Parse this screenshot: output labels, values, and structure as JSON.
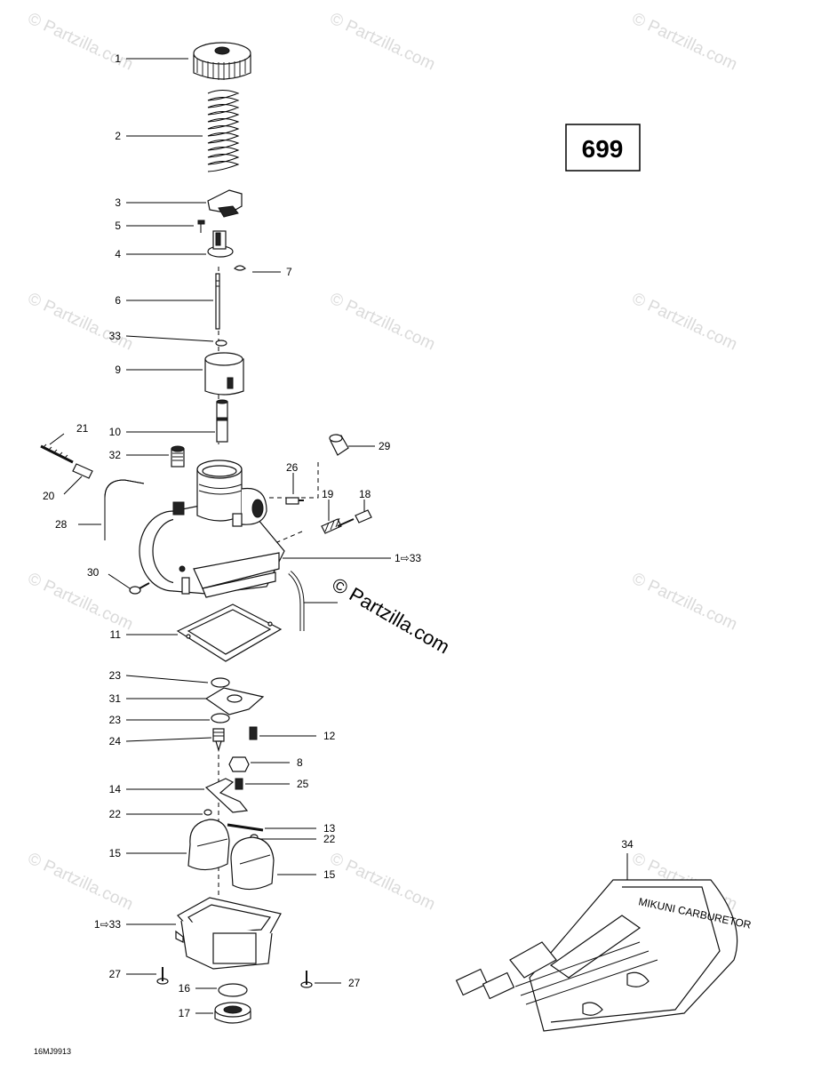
{
  "diagram": {
    "page_number": "699",
    "drawing_code": "16MJ9913",
    "watermark_small": "© Partzilla.com",
    "watermark_main": "© Partzilla.com",
    "tool_kit_text": "MIKUNI CARBURETOR",
    "callouts": [
      "1",
      "2",
      "3",
      "5",
      "4",
      "7",
      "6",
      "33",
      "9",
      "10",
      "21",
      "32",
      "29",
      "26",
      "19",
      "18",
      "20",
      "28",
      "1⇨33",
      "30",
      "11",
      "23",
      "31",
      "23",
      "12",
      "24",
      "8",
      "14",
      "25",
      "22",
      "13",
      "22",
      "15",
      "15",
      "1⇨33",
      "27",
      "16",
      "27",
      "17",
      "34"
    ]
  }
}
